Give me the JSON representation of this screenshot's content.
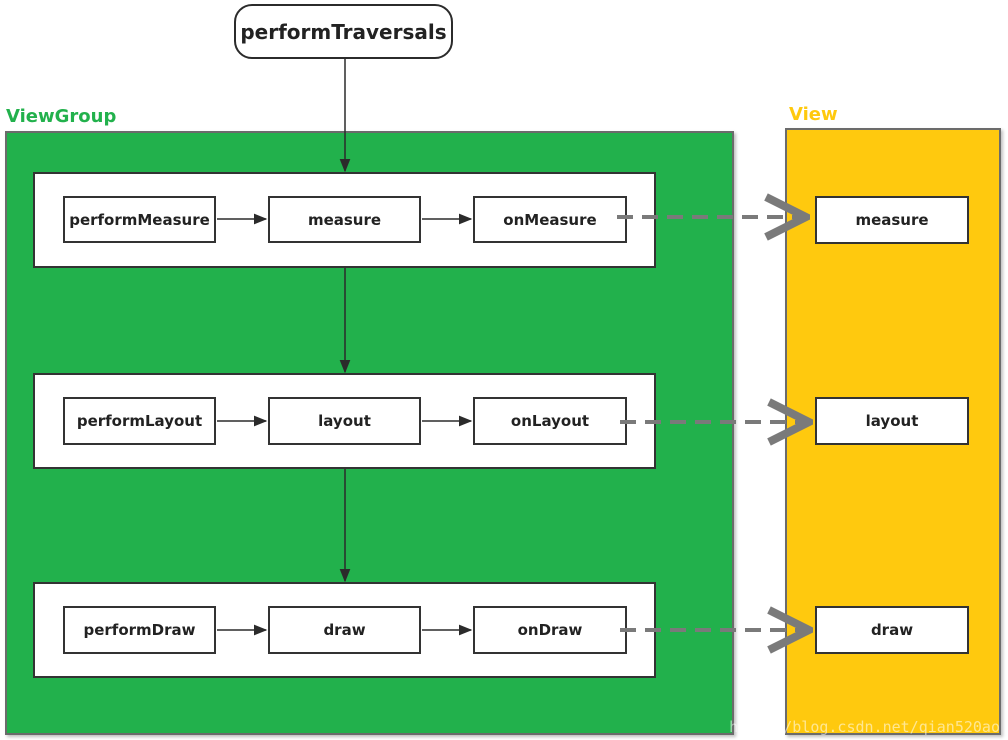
{
  "root": {
    "label": "performTraversals"
  },
  "viewgroup": {
    "title": "ViewGroup",
    "color": "#22b14c",
    "measure_phase": {
      "perform": "performMeasure",
      "call": "measure",
      "hook": "onMeasure"
    },
    "layout_phase": {
      "perform": "performLayout",
      "call": "layout",
      "hook": "onLayout"
    },
    "draw_phase": {
      "perform": "performDraw",
      "call": "draw",
      "hook": "onDraw"
    }
  },
  "view": {
    "title": "View",
    "color": "#ffc90e",
    "measure": "measure",
    "layout": "layout",
    "draw": "draw"
  },
  "watermark": "http://blog.csdn.net/qian520ao"
}
